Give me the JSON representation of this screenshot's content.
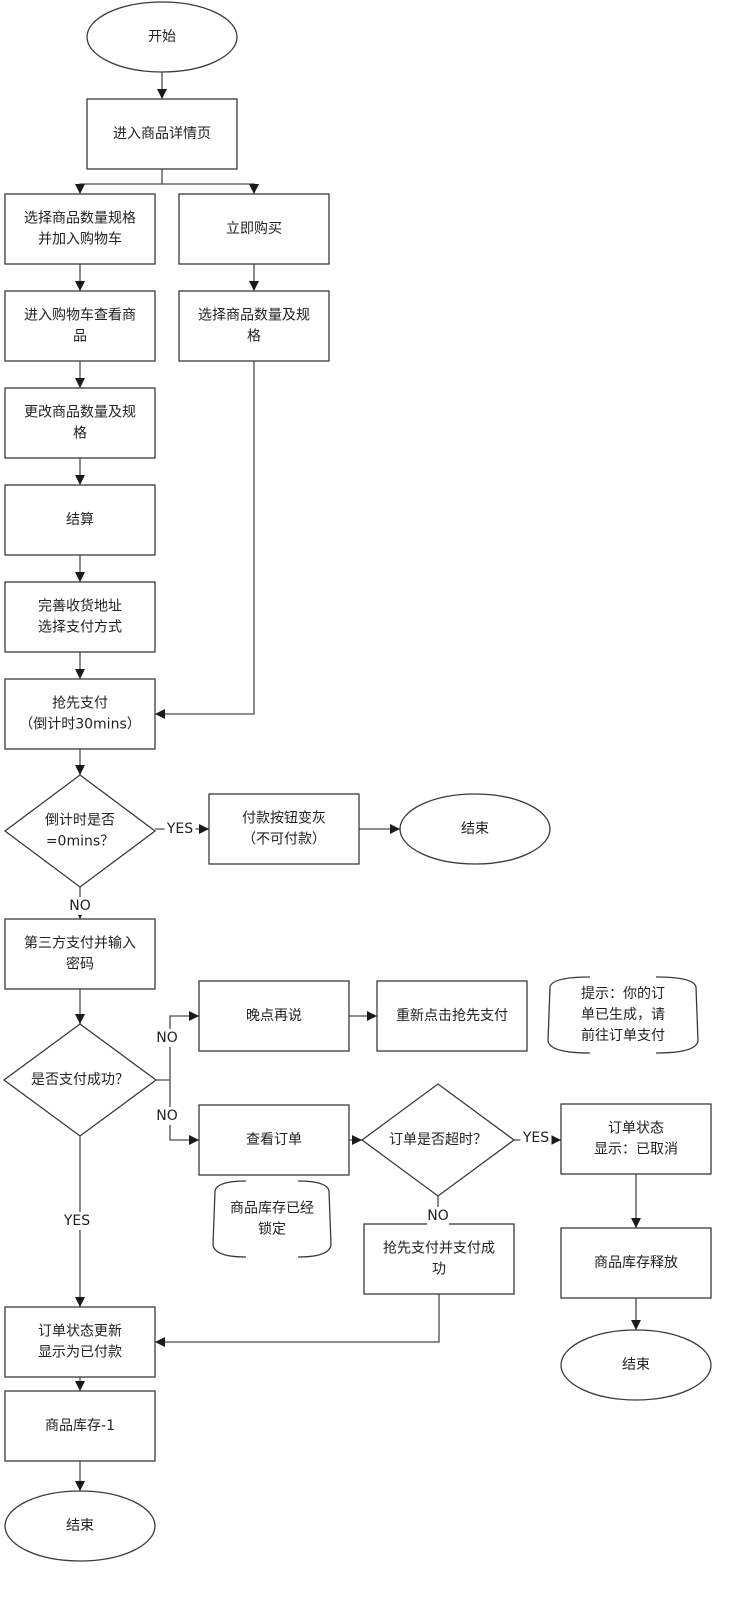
{
  "diagram": {
    "type": "flowchart",
    "title": "",
    "nodes": [
      {
        "id": "start",
        "kind": "terminal",
        "lines": [
          "开始"
        ]
      },
      {
        "id": "detail",
        "kind": "process",
        "lines": [
          "进入商品详情页"
        ]
      },
      {
        "id": "select_add_cart",
        "kind": "process",
        "lines": [
          "选择商品数量规格",
          "并加入购物车"
        ]
      },
      {
        "id": "buy_now",
        "kind": "process",
        "lines": [
          "立即购买"
        ]
      },
      {
        "id": "view_cart",
        "kind": "process",
        "lines": [
          "进入购物车查看商",
          "品"
        ]
      },
      {
        "id": "select_spec",
        "kind": "process",
        "lines": [
          "选择商品数量及规",
          "格"
        ]
      },
      {
        "id": "change_spec",
        "kind": "process",
        "lines": [
          "更改商品数量及规",
          "格"
        ]
      },
      {
        "id": "checkout",
        "kind": "process",
        "lines": [
          "结算"
        ]
      },
      {
        "id": "address_payment",
        "kind": "process",
        "lines": [
          "完善收货地址",
          "选择支付方式"
        ]
      },
      {
        "id": "rush_pay",
        "kind": "process",
        "lines": [
          "抢先支付",
          "（倒计时30mins）"
        ]
      },
      {
        "id": "countdown_zero",
        "kind": "decision",
        "lines": [
          "倒计时是否",
          "=0mins？"
        ]
      },
      {
        "id": "button_grey",
        "kind": "process",
        "lines": [
          "付款按钮变灰",
          "（不可付款）"
        ]
      },
      {
        "id": "end_1",
        "kind": "terminal",
        "lines": [
          "结束"
        ]
      },
      {
        "id": "third_party_pay",
        "kind": "process",
        "lines": [
          "第三方支付并输入",
          "密码"
        ]
      },
      {
        "id": "pay_success",
        "kind": "decision",
        "lines": [
          "是否支付成功？"
        ]
      },
      {
        "id": "later",
        "kind": "process",
        "lines": [
          "晚点再说"
        ]
      },
      {
        "id": "retry_rush_pay",
        "kind": "process",
        "lines": [
          "重新点击抢先支付"
        ]
      },
      {
        "id": "note_order_created",
        "kind": "note",
        "lines": [
          "提示：你的订",
          "单已生成，请",
          "前往订单支付"
        ]
      },
      {
        "id": "view_order",
        "kind": "process",
        "lines": [
          "查看订单"
        ]
      },
      {
        "id": "order_timeout",
        "kind": "decision",
        "lines": [
          "订单是否超时？"
        ]
      },
      {
        "id": "order_cancelled",
        "kind": "process",
        "lines": [
          "订单状态",
          "显示：已取消"
        ]
      },
      {
        "id": "note_stock_locked",
        "kind": "note",
        "lines": [
          "商品库存已经",
          "锁定"
        ]
      },
      {
        "id": "rush_pay_success",
        "kind": "process",
        "lines": [
          "抢先支付并支付成",
          "功"
        ]
      },
      {
        "id": "stock_release",
        "kind": "process",
        "lines": [
          "商品库存释放"
        ]
      },
      {
        "id": "order_paid",
        "kind": "process",
        "lines": [
          "订单状态更新",
          "显示为已付款"
        ]
      },
      {
        "id": "end_2",
        "kind": "terminal",
        "lines": [
          "结束"
        ]
      },
      {
        "id": "stock_minus",
        "kind": "process",
        "lines": [
          "商品库存-1"
        ]
      },
      {
        "id": "end_3",
        "kind": "terminal",
        "lines": [
          "结束"
        ]
      }
    ],
    "edges": [
      {
        "from": "start",
        "to": "detail",
        "label": ""
      },
      {
        "from": "detail",
        "to": "select_add_cart",
        "label": ""
      },
      {
        "from": "detail",
        "to": "buy_now",
        "label": ""
      },
      {
        "from": "select_add_cart",
        "to": "view_cart",
        "label": ""
      },
      {
        "from": "buy_now",
        "to": "select_spec",
        "label": ""
      },
      {
        "from": "view_cart",
        "to": "change_spec",
        "label": ""
      },
      {
        "from": "change_spec",
        "to": "checkout",
        "label": ""
      },
      {
        "from": "checkout",
        "to": "address_payment",
        "label": ""
      },
      {
        "from": "address_payment",
        "to": "rush_pay",
        "label": ""
      },
      {
        "from": "select_spec",
        "to": "rush_pay",
        "label": ""
      },
      {
        "from": "rush_pay",
        "to": "countdown_zero",
        "label": ""
      },
      {
        "from": "countdown_zero",
        "to": "button_grey",
        "label": "YES"
      },
      {
        "from": "button_grey",
        "to": "end_1",
        "label": ""
      },
      {
        "from": "countdown_zero",
        "to": "third_party_pay",
        "label": "NO"
      },
      {
        "from": "third_party_pay",
        "to": "pay_success",
        "label": ""
      },
      {
        "from": "pay_success",
        "to": "later",
        "label": "NO"
      },
      {
        "from": "later",
        "to": "retry_rush_pay",
        "label": ""
      },
      {
        "from": "pay_success",
        "to": "view_order",
        "label": "NO"
      },
      {
        "from": "view_order",
        "to": "order_timeout",
        "label": ""
      },
      {
        "from": "order_timeout",
        "to": "order_cancelled",
        "label": "YES"
      },
      {
        "from": "order_timeout",
        "to": "rush_pay_success",
        "label": "NO"
      },
      {
        "from": "order_cancelled",
        "to": "stock_release",
        "label": ""
      },
      {
        "from": "stock_release",
        "to": "end_2",
        "label": ""
      },
      {
        "from": "pay_success",
        "to": "order_paid",
        "label": "YES"
      },
      {
        "from": "rush_pay_success",
        "to": "order_paid",
        "label": ""
      },
      {
        "from": "order_paid",
        "to": "stock_minus",
        "label": ""
      },
      {
        "from": "stock_minus",
        "to": "end_3",
        "label": ""
      }
    ]
  }
}
